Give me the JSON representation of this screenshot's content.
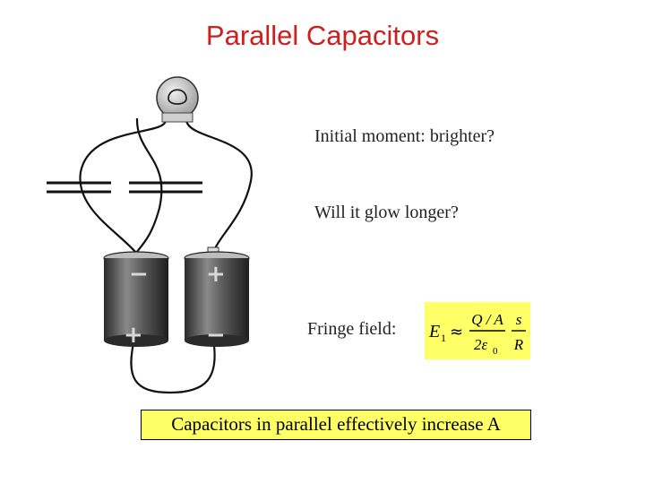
{
  "slide": {
    "title": "Parallel Capacitors"
  },
  "questions": {
    "initial": "Initial moment: brighter?",
    "longer": "Will it glow longer?"
  },
  "fringe": {
    "label": "Fringe field:",
    "lhs": "E",
    "lhs_sub": "1",
    "approx": "≈",
    "numerator": "Q / A",
    "denominator": "2ε",
    "denominator_sub": "0",
    "ratio_num": "s",
    "ratio_den": "R"
  },
  "summary": {
    "text": "Capacitors in parallel effectively increase A"
  },
  "colors": {
    "title": "#cc1f1f",
    "highlight": "#ffff66"
  },
  "circuit": {
    "battery_left_top_sign": "−",
    "battery_left_bottom_sign": "+",
    "battery_right_top_sign": "+",
    "battery_right_bottom_sign": "−"
  }
}
